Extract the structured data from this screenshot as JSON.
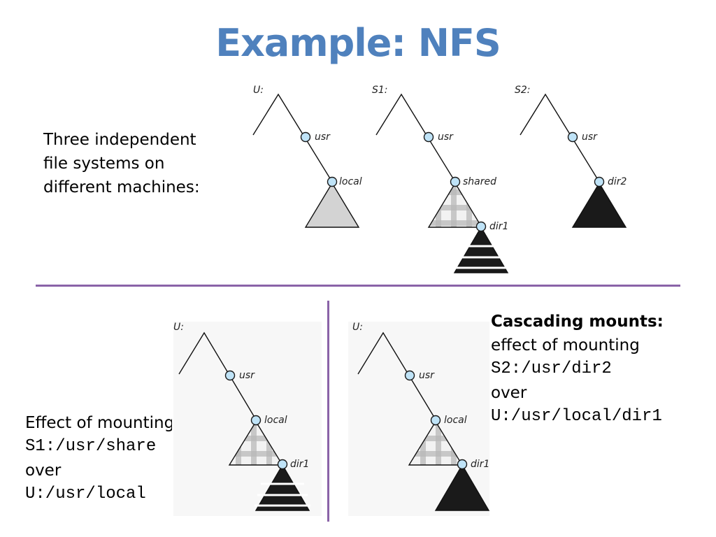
{
  "title": "Example: NFS",
  "top_text": {
    "line1": "Three independent",
    "line2": "file systems on",
    "line3": "different machines:"
  },
  "trees": {
    "u": {
      "root": "U:",
      "n1": "usr",
      "n2": "local"
    },
    "s1": {
      "root": "S1:",
      "n1": "usr",
      "n2": "shared",
      "n3": "dir1"
    },
    "s2": {
      "root": "S2:",
      "n1": "usr",
      "n2": "dir2"
    },
    "mount1": {
      "root": "U:",
      "n1": "usr",
      "n2": "local",
      "n3": "dir1"
    },
    "mount2": {
      "root": "U:",
      "n1": "usr",
      "n2": "local",
      "n3": "dir1"
    }
  },
  "bottom_left": {
    "line1": "Effect of mounting",
    "line2": "S1:/usr/share",
    "line3": "over",
    "line4": "U:/usr/local"
  },
  "bottom_right": {
    "line1": "Cascading mounts:",
    "line2": "effect of mounting",
    "line3": "S2:/usr/dir2",
    "line4": "over",
    "line5": "U:/usr/local/dir1"
  },
  "colors": {
    "title": "#4f81bd",
    "separator": "#8a63a8",
    "node_fill": "#bfe3f7",
    "light_tree": "#d3d3d3",
    "dark_tree": "#1a1a1a"
  }
}
